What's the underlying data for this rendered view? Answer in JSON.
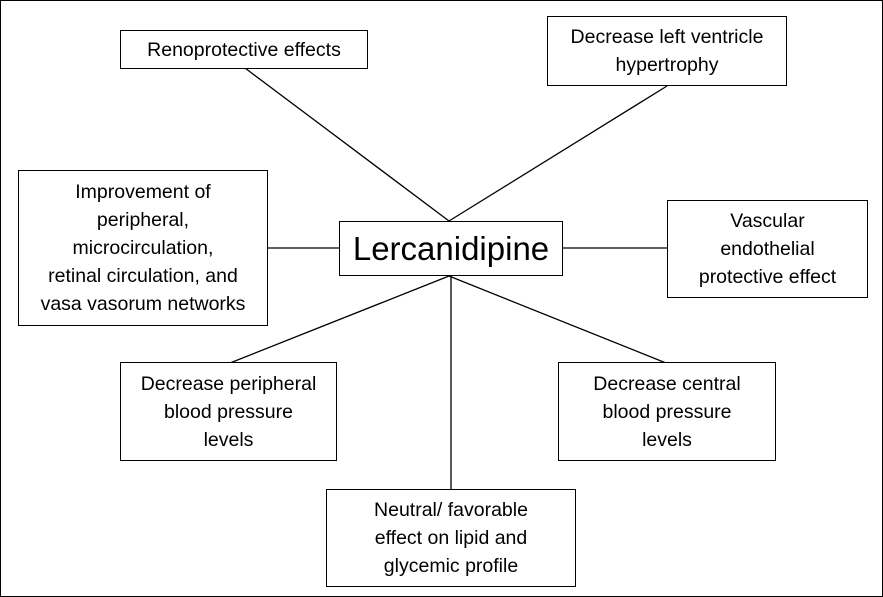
{
  "diagram": {
    "center": "Lercanidipine",
    "effects": {
      "renoprotective": "Renoprotective effects",
      "left_ventricle": "Decrease left ventricle\nhypertrophy",
      "microcirculation": "Improvement of\nperipheral,\nmicrocirculation,\nretinal circulation, and\nvasa vasorum networks",
      "endothelial": "Vascular\nendothelial\nprotective effect",
      "peripheral_bp": "Decrease peripheral\nblood pressure\nlevels",
      "central_bp": "Decrease central\nblood pressure\nlevels",
      "lipid_glycemic": "Neutral/ favorable\neffect on lipid and\nglycemic profile"
    }
  }
}
